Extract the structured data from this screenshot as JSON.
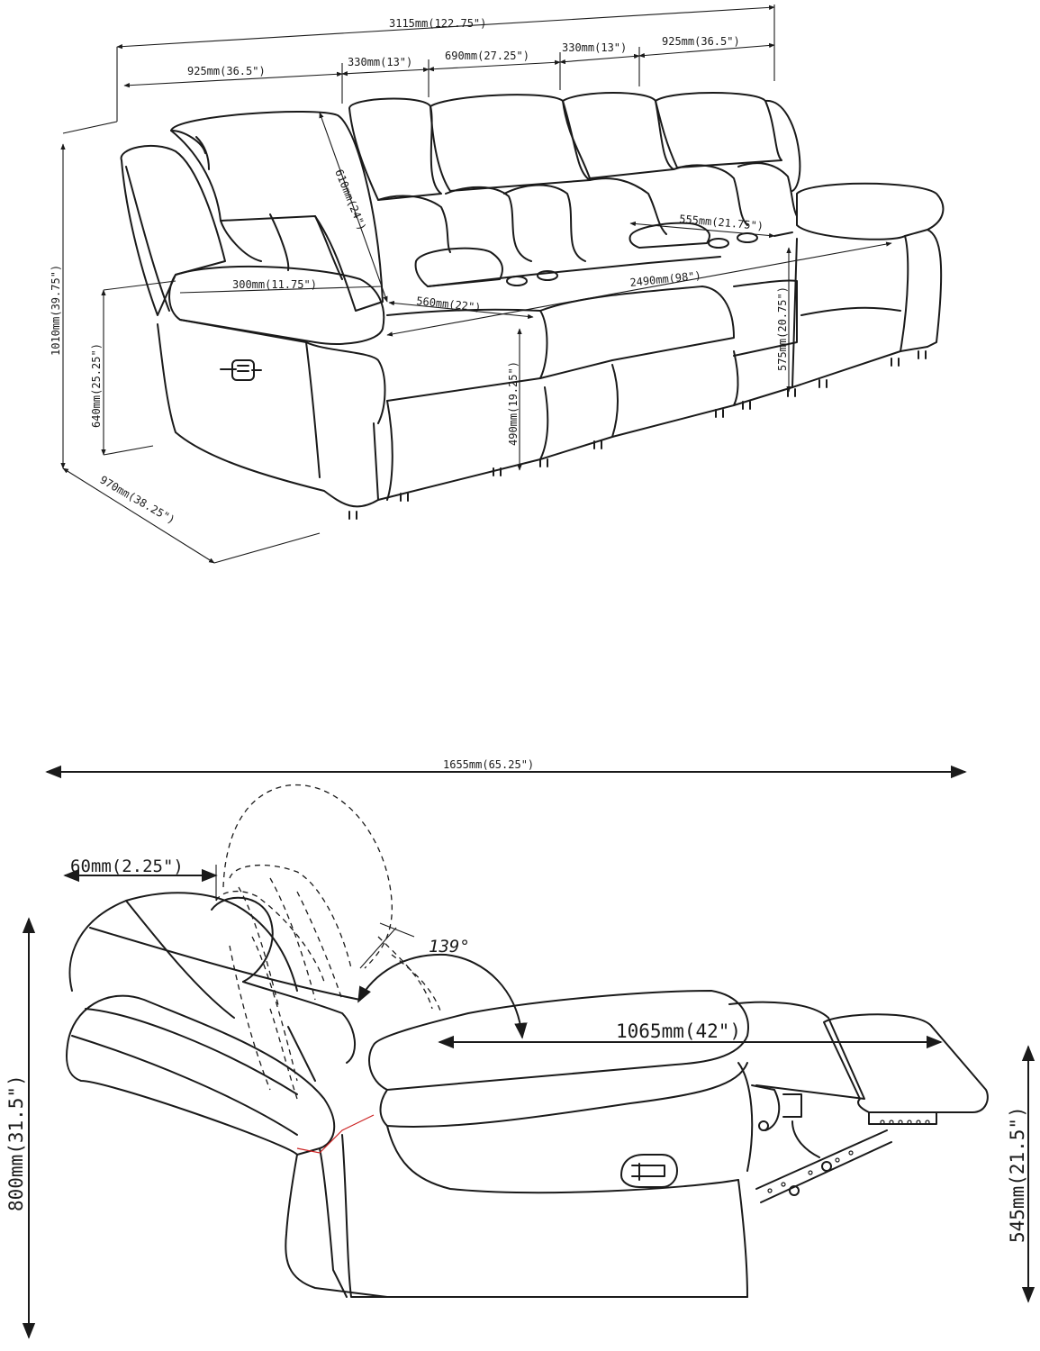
{
  "top_view": {
    "dims": {
      "overall_width": "3115mm(122.75\")",
      "seat_left_width": "925mm(36.5\")",
      "console_left_width": "330mm(13\")",
      "middle_seat_width": "690mm(27.25\")",
      "console_right_width": "330mm(13\")",
      "seat_right_width": "925mm(36.5\")",
      "total_height": "1010mm(39.75\")",
      "arm_height": "640mm(25.25\")",
      "depth": "970mm(38.25\")",
      "back_height": "610mm(24\")",
      "arm_width": "300mm(11.75\")",
      "seat_depth": "560mm(22\")",
      "console_depth": "555mm(21.75\")",
      "seat_span": "2490mm(98\")",
      "seat_height": "490mm(19.25\")",
      "console_height": "575mm(20.75\")"
    }
  },
  "side_view": {
    "dims": {
      "extended_length": "1655mm(65.25\")",
      "wall_clearance": "60mm(2.25\")",
      "recline_angle": "139°",
      "footrest_reach": "1065mm(42\")",
      "height": "800mm(31.5\")",
      "footrest_height": "545mm(21.5\")"
    }
  }
}
